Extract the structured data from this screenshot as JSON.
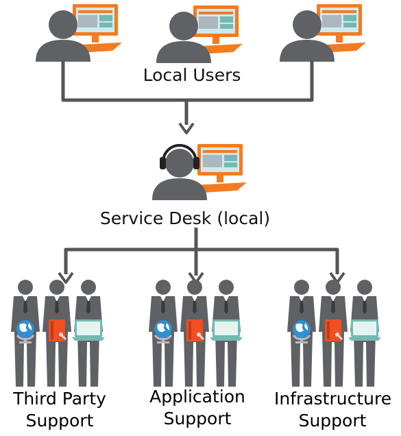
{
  "colors": {
    "person": "#5f6164",
    "connector": "#555555",
    "monitor_frame": "#f47b20",
    "monitor_screen": "#cfe9ee",
    "monitor_accent": "#74b9b1",
    "folder": "#f04e23",
    "laptop_screen": "#e6f4f1",
    "laptop_frame": "#74b9b1",
    "globe": "#2f8fd2"
  },
  "labels": {
    "local_users": "Local Users",
    "service_desk": "Service Desk (local)"
  },
  "support_groups": [
    {
      "line1": "Third Party",
      "line2": "Support"
    },
    {
      "line1": "Application",
      "line2": "Support"
    },
    {
      "line1": "Infrastructure",
      "line2": "Support"
    }
  ],
  "icons": [
    "user-at-computer-icon",
    "headset-agent-icon",
    "globe-icon",
    "folder-icon",
    "wrench-icon",
    "laptop-icon"
  ]
}
